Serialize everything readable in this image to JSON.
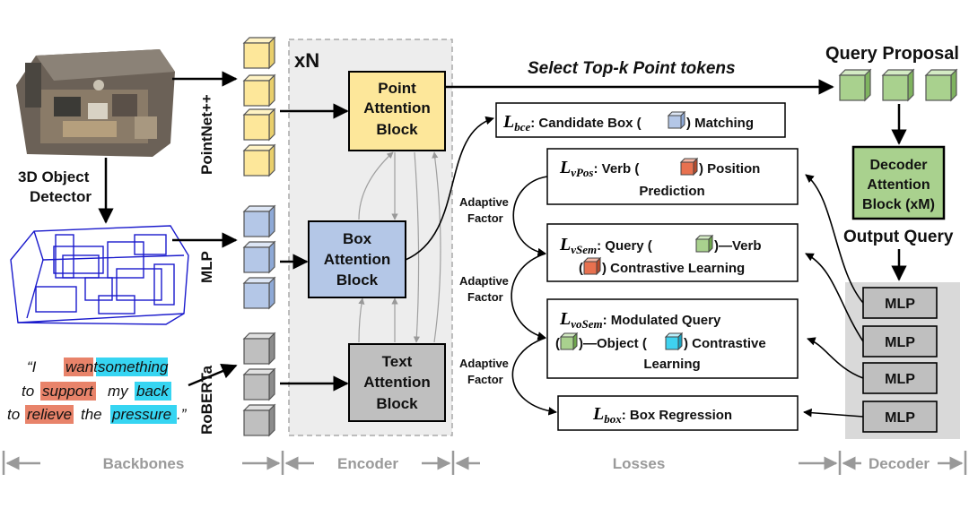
{
  "encoder": {
    "repeat": "xN",
    "point_block": [
      "Point",
      "Attention",
      "Block"
    ],
    "box_block": [
      "Box",
      "Attention",
      "Block"
    ],
    "text_block": [
      "Text",
      "Attention",
      "Block"
    ]
  },
  "backbones": {
    "pointnet": "PointNet++",
    "mlp": "MLP",
    "roberta": "RoBERTa",
    "detector_line1": "3D Object",
    "detector_line2": "Detector",
    "quote": {
      "w1": "“I",
      "w2": "want",
      "w3": "something",
      "w4": "to",
      "w5": "support",
      "w6": "my",
      "w7": "back",
      "w8": "to",
      "w9": "relieve",
      "w10": "the",
      "w11": "pressure",
      "w12": ".”"
    }
  },
  "select_label": "Select Top-k Point tokens",
  "query_proposal": "Query Proposal",
  "decoder_block": [
    "Decoder",
    "Attention",
    "Block (xM)"
  ],
  "output_query": "Output Query",
  "mlp_label": "MLP",
  "adaptive": [
    "Adaptive",
    "Factor"
  ],
  "losses": {
    "bce": {
      "sym": "L",
      "sub": "bce",
      "pre": ": Candidate Box (",
      "post": ") Matching"
    },
    "vpos": {
      "sym": "L",
      "sub": "vPos",
      "l1_pre": ": Verb (",
      "l1_post": ") Position",
      "l2": "Prediction"
    },
    "vsem": {
      "sym": "L",
      "sub": "vSem",
      "l1_pre": ": Query (",
      "l1_post": ")—Verb",
      "l2_pre": "(",
      "l2_post": ") Contrastive Learning"
    },
    "vosem": {
      "sym": "L",
      "sub": "voSem",
      "l1": ": Modulated Query",
      "l2_pre": "(",
      "l2_mid": ")—Object (",
      "l2_post": ") Contrastive",
      "l3": "Learning"
    },
    "box": {
      "sym": "L",
      "sub": "box",
      "text": ": Box Regression"
    }
  },
  "sections": {
    "backbones": "Backbones",
    "encoder": "Encoder",
    "losses": "Losses",
    "decoder": "Decoder"
  },
  "colors": {
    "point": "#fde79a",
    "box": "#b4c7e7",
    "text": "#bfbfbf",
    "query": "#a9d18e",
    "verb": "#e8714f",
    "object": "#3fd2ef",
    "highlight_red": "#e8836a",
    "highlight_cyan": "#36d5f2"
  }
}
